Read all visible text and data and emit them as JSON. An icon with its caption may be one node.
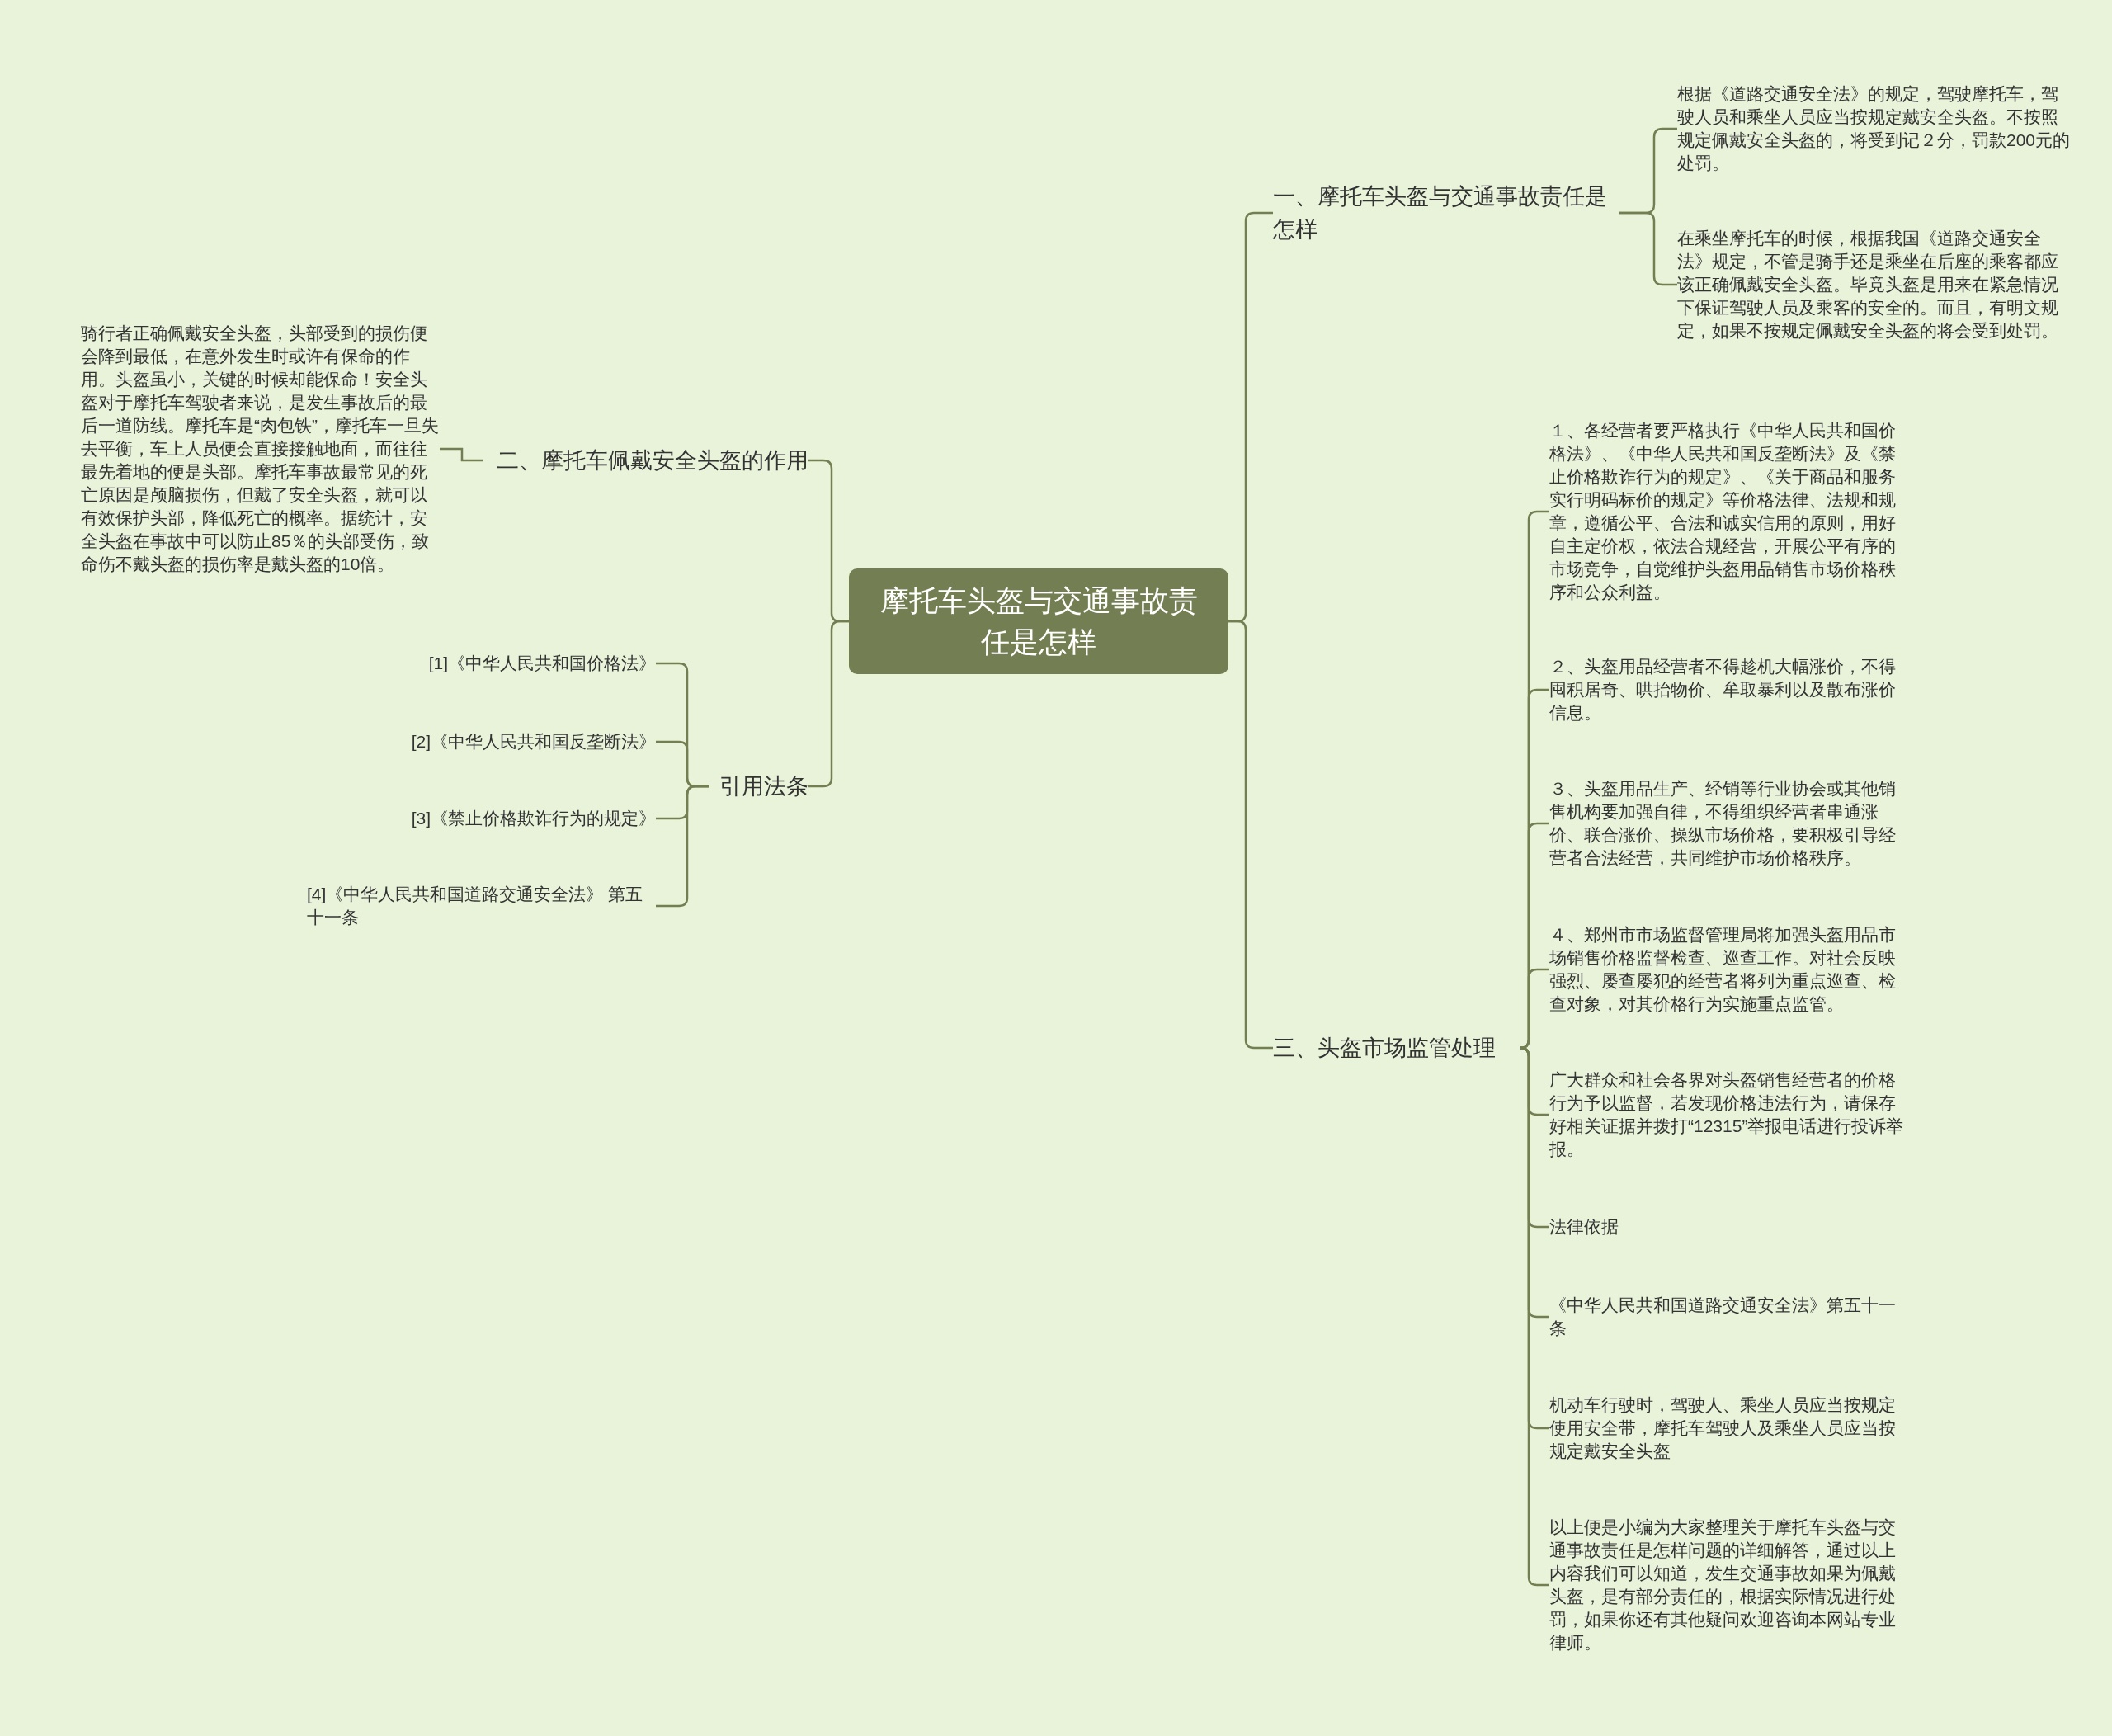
{
  "diagram": {
    "nodes": [
      {
        "text": [
          "摩托车头盔与交通事故责任是怎样"
        ]
      },
      {
        "text": [
          "一、摩托车头盔与交通事故责任是怎样"
        ]
      },
      {
        "text": [
          "根据《道路交通安全法》的规定，驾驶摩托车，驾驶人员和乘坐人员应当按规定戴安全头盔。不按照规定佩戴安全头盔的，将受到记２分，罚款200元的处罚。"
        ]
      },
      {
        "text": [
          "在乘坐摩托车的时候，根据我国《道路交通安全法》规定，不管是骑手还是乘坐在后座的乘客都应该正确佩戴安全头盔。毕竟头盔是用来在紧急情况下保证驾驶人员及乘客的安全的。而且，有明文规定，如果不按规定佩戴安全头盔的将会受到处罚。"
        ]
      },
      {
        "text": [
          "三、头盔市场监管处理"
        ]
      },
      {
        "text": [
          "１、各经营者要严格执行《中华人民共和国价格法》、《中华人民共和国反垄断法》及《禁止价格欺诈行为的规定》、《关于商品和服务实行明码标价的规定》等价格法律、法规和规章，遵循公平、合法和诚实信用的原则，用好自主定价权，依法合规经营，开展公平有序的市场竞争，自觉维护头盔用品销售市场价格秩序和公众利益。"
        ]
      },
      {
        "text": [
          "２、头盔用品经营者不得趁机大幅涨价，不得囤积居奇、哄抬物价、牟取暴利以及散布涨价信息。"
        ]
      },
      {
        "text": [
          "３、头盔用品生产、经销等行业协会或其他销售机构要加强自律，不得组织经营者串通涨价、联合涨价、操纵市场价格，要积极引导经营者合法经营，共同维护市场价格秩序。"
        ]
      },
      {
        "text": [
          "４、郑州市市场监督管理局将加强头盔用品市场销售价格监督检查、巡查工作。对社会反映强烈、屡查屡犯的经营者将列为重点巡查、检查对象，对其价格行为实施重点监管。"
        ]
      },
      {
        "text": [
          "广大群众和社会各界对头盔销售经营者的价格行为予以监督，若发现价格违法行为，请保存好相关证据并拨打“12315”举报电话进行投诉举报。"
        ]
      },
      {
        "text": [
          "法律依据"
        ]
      },
      {
        "text": [
          "《中华人民共和国道路交通安全法》第五十一条"
        ]
      },
      {
        "text": [
          "机动车行驶时，驾驶人、乘坐人员应当按规定使用安全带，摩托车驾驶人及乘坐人员应当按规定戴安全头盔"
        ]
      },
      {
        "text": [
          "以上便是小编为大家整理关于摩托车头盔与交通事故责任是怎样问题的详细解答，通过以上内容我们可以知道，发生交通事故如果为佩戴头盔，是有部分责任的，根据实际情况进行处罚，如果你还有其他疑问欢迎咨询本网站专业律师。"
        ]
      },
      {
        "text": [
          "二、摩托车佩戴安全头盔的作用"
        ]
      },
      {
        "text": [
          "骑行者正确佩戴安全头盔，头部受到的损伤便会降到最低，在意外发生时或许有保命的作用。头盔虽小，关键的时候却能保命！安全头盔对于摩托车驾驶者来说，是发生事故后的最后一道防线。摩托车是“肉包铁”，摩托车一旦失去平衡，车上人员便会直接接触地面，而往往最先着地的便是头部。摩托车事故最常见的死亡原因是颅脑损伤，但戴了安全头盔，就可以有效保护头部，降低死亡的概率。据统计，安全头盔在事故中可以防止85％的头部受伤，致命伤不戴头盔的损伤率是戴头盔的10倍。"
        ]
      },
      {
        "text": [
          "引用法条"
        ]
      },
      {
        "text": [
          "[1]《中华人民共和国价格法》"
        ]
      },
      {
        "text": [
          "[2]《中华人民共和国反垄断法》"
        ]
      },
      {
        "text": [
          "[3]《禁止价格欺诈行为的规定》"
        ]
      },
      {
        "text": [
          "[4]《中华人民共和国道路交通安全法》 第五十一条"
        ]
      }
    ],
    "edges": [
      {
        "from": 0,
        "to": 1,
        "arrow": "none"
      },
      {
        "from": 1,
        "to": 2,
        "arrow": "none"
      },
      {
        "from": 1,
        "to": 3,
        "arrow": "none"
      },
      {
        "from": 0,
        "to": 4,
        "arrow": "none"
      },
      {
        "from": 4,
        "to": 5,
        "arrow": "none"
      },
      {
        "from": 4,
        "to": 6,
        "arrow": "none"
      },
      {
        "from": 4,
        "to": 7,
        "arrow": "none"
      },
      {
        "from": 4,
        "to": 8,
        "arrow": "none"
      },
      {
        "from": 4,
        "to": 9,
        "arrow": "none"
      },
      {
        "from": 4,
        "to": 10,
        "arrow": "none"
      },
      {
        "from": 4,
        "to": 11,
        "arrow": "none"
      },
      {
        "from": 4,
        "to": 12,
        "arrow": "none"
      },
      {
        "from": 4,
        "to": 13,
        "arrow": "none"
      },
      {
        "from": 0,
        "to": 14,
        "arrow": "none"
      },
      {
        "from": 14,
        "to": 15,
        "arrow": "none"
      },
      {
        "from": 0,
        "to": 16,
        "arrow": "none"
      },
      {
        "from": 16,
        "to": 17,
        "arrow": "none"
      },
      {
        "from": 16,
        "to": 18,
        "arrow": "none"
      },
      {
        "from": 16,
        "to": 19,
        "arrow": "none"
      },
      {
        "from": 16,
        "to": 20,
        "arrow": "none"
      }
    ]
  }
}
